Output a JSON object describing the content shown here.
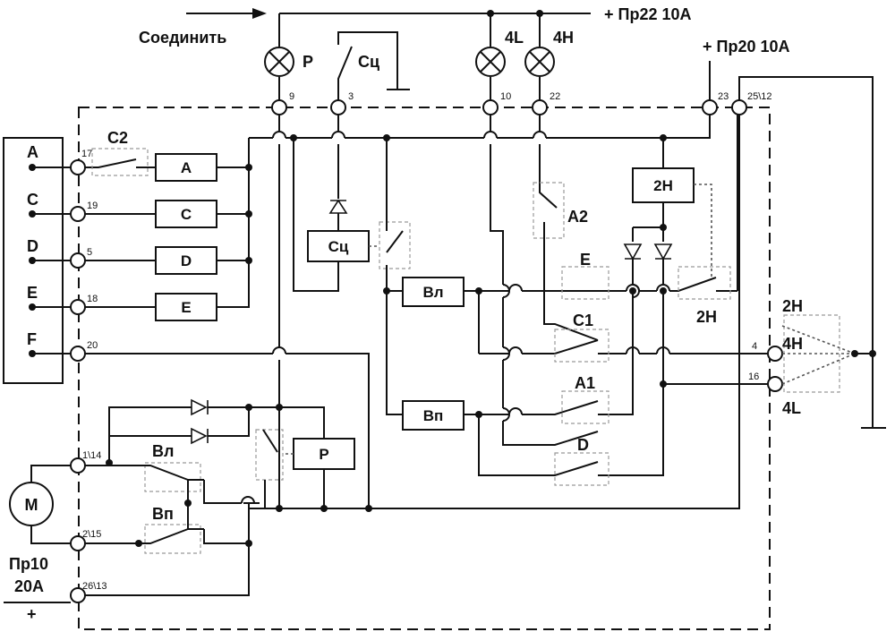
{
  "top": {
    "connect": "Соединить",
    "plus_pr22": "+  Пр22 10А",
    "plus_pr20": "+  Пр20 10А"
  },
  "lamps": {
    "p": "Р",
    "l4": "4L",
    "h4": "4Н"
  },
  "switch_sc": "Сц",
  "connector": {
    "a": "A",
    "c": "C",
    "d": "D",
    "e": "E",
    "f": "F"
  },
  "pins": {
    "p9": "9",
    "p3": "3",
    "p10": "10",
    "p22": "22",
    "p23": "23",
    "p25": "25\\12",
    "p17": "17",
    "p19": "19",
    "p5": "5",
    "p18": "18",
    "p20": "20",
    "p1": "1\\14",
    "p2": "2\\15",
    "p26": "26\\13",
    "p4": "4",
    "p16": "16"
  },
  "boxes": {
    "a": "A",
    "c": "C",
    "d": "D",
    "e": "E",
    "sc": "Сц",
    "vl": "Вл",
    "vp": "Вп",
    "h2": "2Н",
    "p": "Р"
  },
  "contacts": {
    "c2": "C2",
    "a2": "A2",
    "e": "E",
    "h2": "2Н",
    "c1": "C1",
    "a1": "A1",
    "d": "D",
    "vl": "Вл",
    "vp": "Вп"
  },
  "right": {
    "h2": "2Н",
    "h4": "4Н",
    "l4": "4L"
  },
  "motor": {
    "m": "M",
    "fuse": "Пр10",
    "amp": "20А",
    "plus": "+"
  }
}
